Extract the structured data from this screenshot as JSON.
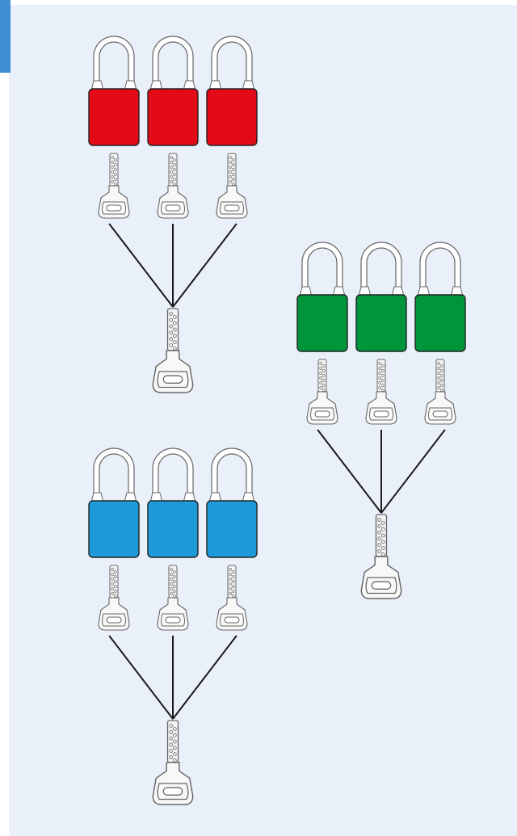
{
  "accent_color": "#3d8fd1",
  "background_color": "#e9f0fa",
  "shackle_color": "#ffffff",
  "shackle_outline": "#666666",
  "line_color": "#1a1a1a",
  "groups": [
    {
      "id": "red",
      "color": "#e30b17",
      "padlock_count": 3,
      "key_count": 3,
      "master_key": true
    },
    {
      "id": "green",
      "color": "#00953b",
      "padlock_count": 3,
      "key_count": 3,
      "master_key": true
    },
    {
      "id": "blue",
      "color": "#1e9ad9",
      "padlock_count": 3,
      "key_count": 3,
      "master_key": true
    }
  ]
}
